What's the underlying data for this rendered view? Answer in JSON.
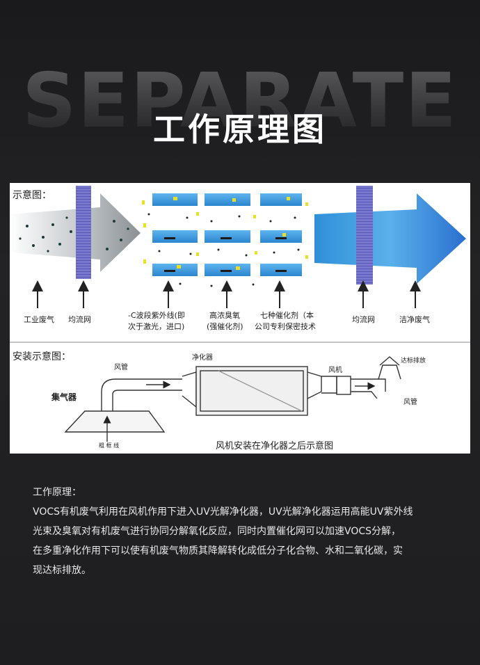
{
  "header": {
    "bg_word": "SEPARATE",
    "title": "工作原理图"
  },
  "diagram": {
    "schematic_label": "示意图：",
    "install_label": "安装示意图：",
    "labels": {
      "industrial_gas": "工业废气",
      "flow_mesh_1": "均流网",
      "uv_line1": "-C波段紫外线(即",
      "uv_line2": "次于激光，进口)",
      "ozone_line1": "高浓臭氧",
      "ozone_line2": "(强催化剂)",
      "catalyst_line1": "七种催化剂（本",
      "catalyst_line2": "公司专利保密技术",
      "flow_mesh_2": "均流网",
      "clean_gas": "洁净废气"
    },
    "install": {
      "collector": "集气器",
      "pipe_left": "风管",
      "purifier": "净化器",
      "fan": "风机",
      "exhaust": "达标排放",
      "pipe_right": "风管",
      "ground": "粗 框 线",
      "caption": "风机安装在净化器之后示意图"
    }
  },
  "description": {
    "heading": "工作原理：",
    "line1": "VOCS有机废气利用在风机作用下进入UV光解净化器，UV光解净化器运用高能UV紫外线",
    "line2": "光束及臭氧对有机废气进行协同分解氧化反应，同时内置催化网可以加速VOCS分解，",
    "line3": "在多重净化作用下可以使有机废气物质其降解转化成低分子化合物、水和二氧化碳，实",
    "line4": "现达标排放。"
  },
  "colors": {
    "background": "#1e1e20",
    "uv_blue": "#2a8fd8",
    "mesh_purple": "#6a6ac8"
  }
}
